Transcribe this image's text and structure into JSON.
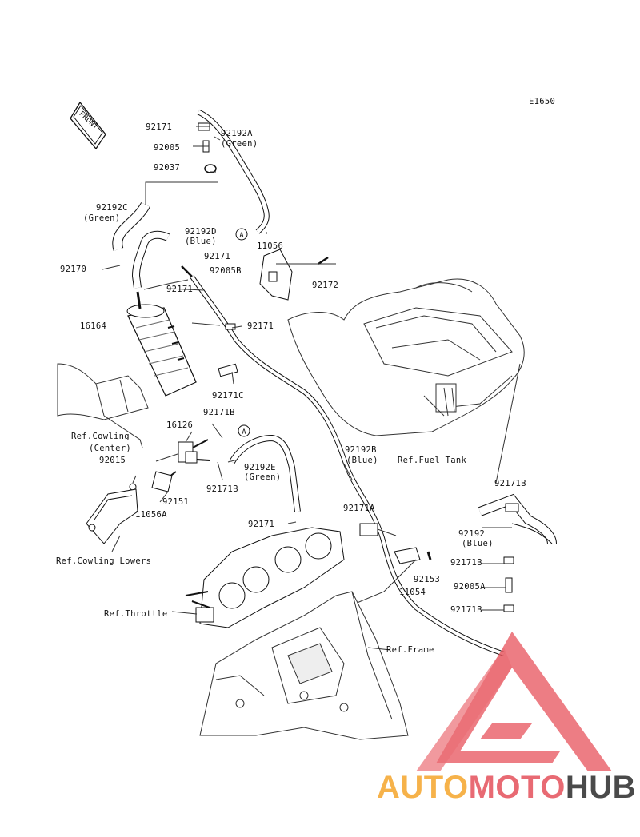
{
  "diagram_code": "E1650",
  "front_label": "FRONT",
  "callout_letter": "A",
  "parts": {
    "p92171_top": "92171",
    "p92192A": "92192A",
    "p92192A_color": "(Green)",
    "p92005": "92005",
    "p92037": "92037",
    "p92192C": "92192C",
    "p92192C_color": "(Green)",
    "p92192D": "92192D",
    "p92192D_color": "(Blue)",
    "p11056": "11056",
    "p92171_mid": "92171",
    "p92170": "92170",
    "p92005B": "92005B",
    "p92171_canister": "92171",
    "p92172": "92172",
    "p16164": "16164",
    "p92171_line": "92171",
    "p92171C": "92171C",
    "p92171B_a": "92171B",
    "p16126": "16126",
    "p92192E": "92192E",
    "p92192E_color": "(Green)",
    "p92015": "92015",
    "p92171B_b": "92171B",
    "p92151": "92151",
    "p11056A": "11056A",
    "p92192B": "92192B",
    "p92192B_color": "(Blue)",
    "p92171_throttle": "92171",
    "p92171A": "92171A",
    "p92171B_right": "92171B",
    "p92192": "92192",
    "p92192_color": "(Blue)",
    "p92153": "92153",
    "p11054": "11054",
    "p92171B_r2": "92171B",
    "p92005A": "92005A",
    "p92171B_r3": "92171B"
  },
  "refs": {
    "cowling_center_1": "Ref.Cowling",
    "cowling_center_2": "(Center)",
    "fuel_tank": "Ref.Fuel Tank",
    "cowling_lowers": "Ref.Cowling Lowers",
    "throttle": "Ref.Throttle",
    "frame": "Ref.Frame"
  },
  "watermark": {
    "part1": "AUTO",
    "part2": "MOTO",
    "part3": "HUB",
    "color1": "#f6b24a",
    "color2": "#e86a73",
    "color3": "#4a4a4a",
    "logo_color": "#e8555e"
  }
}
